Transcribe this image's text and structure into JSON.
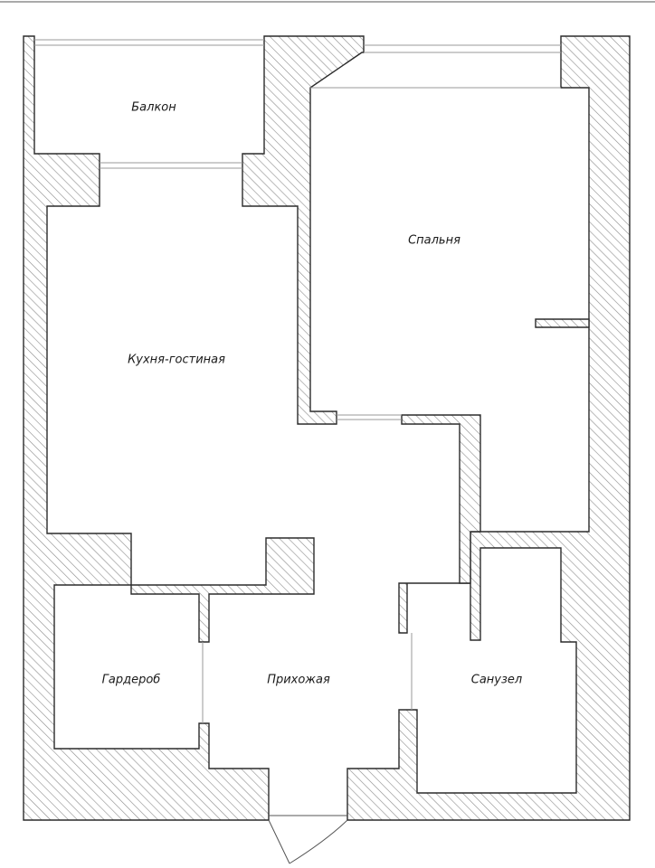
{
  "rooms": {
    "balcony": "Балкон",
    "bedroom": "Спальня",
    "kitchen_living": "Кухня-гостиная",
    "wardrobe": "Гардероб",
    "hallway": "Прихожая",
    "bathroom": "Санузел"
  }
}
